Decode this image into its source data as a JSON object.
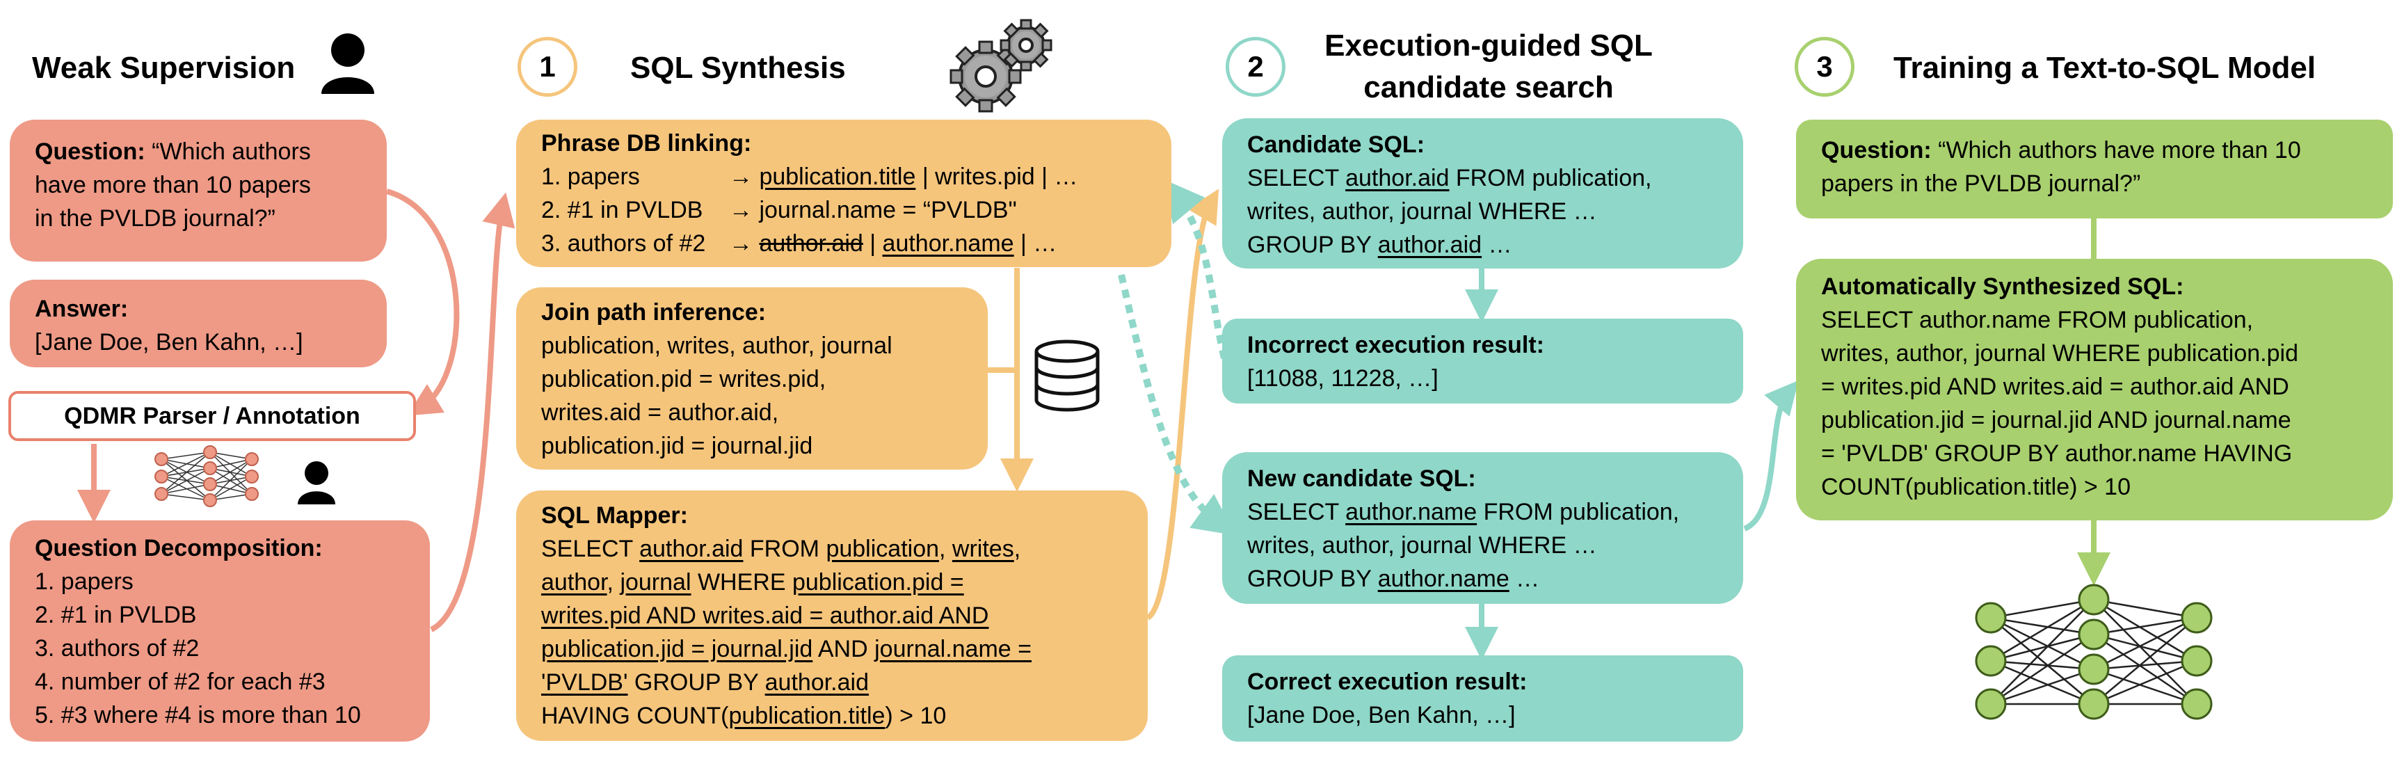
{
  "col1": {
    "title": "Weak Supervision",
    "question": {
      "label": "Question:",
      "text": "“Which authors have more than 10 papers in the PVLDB journal?”"
    },
    "q_lines": [
      "have more than 10 papers",
      "in the PVLDB journal?”"
    ],
    "q_first": "“Which authors",
    "answer": {
      "label": "Answer:",
      "text": "[Jane Doe, Ben Kahn, …]"
    },
    "parser": "QDMR Parser / Annotation",
    "decomp": {
      "label": "Question Decomposition:",
      "steps": [
        "1. papers",
        "2. #1 in PVLDB",
        "3. authors of #2",
        "4. number of #2 for each #3",
        "5. #3 where #4 is more than 10"
      ]
    }
  },
  "col2": {
    "num": "1",
    "title": "SQL Synthesis",
    "linking": {
      "label": "Phrase DB linking:",
      "r1": {
        "phrase": "1. papers",
        "arrow": "→",
        "a": "publication.title",
        "rest": " | writes.pid | …"
      },
      "r2": {
        "phrase": "2. #1 in PVLDB",
        "arrow": "→",
        "rest": "journal.name = “PVLDB\""
      },
      "r3": {
        "phrase": "3. authors of #2",
        "arrow": "→",
        "a": "author.aid",
        "sep": " | ",
        "b": "author.name",
        "rest": " | …"
      }
    },
    "join": {
      "label": "Join path inference:",
      "lines": [
        "publication, writes, author, journal",
        "publication.pid = writes.pid,",
        "writes.aid = author.aid,",
        "publication.jid = journal.jid"
      ]
    },
    "mapper": {
      "label": "SQL Mapper:",
      "t": {
        "select": "SELECT ",
        "aid": "author.aid",
        "from": " FROM ",
        "publication": "publication",
        "comma": ", ",
        "writes": "writes",
        "comma2": ",",
        "author": "author",
        "c3": ", ",
        "journal": "journal",
        "where": " WHERE ",
        "pubpid": "publication.pid =",
        "wpid": "writes.pid AND writes.aid = author.aid AND",
        "pubjid": "publication.jid = journal.jid",
        "and": " AND ",
        "jname": "journal.name =",
        "pvldb": "'PVLDB'",
        "group": " GROUP BY ",
        "aid2": "author.aid",
        "having": "HAVING COUNT(",
        "ptitle": "publication.title",
        "gt": ") > 10"
      }
    }
  },
  "col3": {
    "num": "2",
    "title_l1": "Execution-guided SQL",
    "title_l2": "candidate search",
    "cand": {
      "label": "Candidate SQL:",
      "l1a": "SELECT ",
      "l1u": "author.aid",
      "l1b": " FROM publication,",
      "l2": "writes, author, journal WHERE …",
      "l3a": "GROUP BY ",
      "l3u": "author.aid",
      "l3b": " …"
    },
    "incorrect": {
      "label": "Incorrect execution result:",
      "text": "[11088, 11228, …]"
    },
    "newcand": {
      "label": "New candidate SQL:",
      "l1a": "SELECT ",
      "l1u": "author.name",
      "l1b": " FROM publication,",
      "l2": "writes, author, journal WHERE …",
      "l3a": "GROUP BY ",
      "l3u": "author.name",
      "l3b": " …"
    },
    "correct": {
      "label": "Correct execution result:",
      "text": "[Jane Doe, Ben Kahn, …]"
    }
  },
  "col4": {
    "num": "3",
    "title": "Training a Text-to-SQL Model",
    "question": {
      "label": "Question:",
      "first": " “Which authors have more than 10",
      "second": "papers in the PVLDB journal?”"
    },
    "synth": {
      "label": "Automatically Synthesized SQL:",
      "lines": [
        "SELECT author.name FROM publication,",
        "writes, author, journal WHERE publication.pid",
        "= writes.pid AND  writes.aid = author.aid AND",
        "publication.jid = journal.jid AND journal.name",
        "= 'PVLDB' GROUP BY author.name HAVING",
        "COUNT(publication.title) > 10"
      ]
    }
  },
  "colors": {
    "salmon": "#ee9a86",
    "orange": "#f5c57c",
    "teal": "#8fd7c8",
    "green": "#a8d06e"
  },
  "icons": [
    "person-icon",
    "gears-icon",
    "database-icon",
    "neural-network-icon"
  ]
}
